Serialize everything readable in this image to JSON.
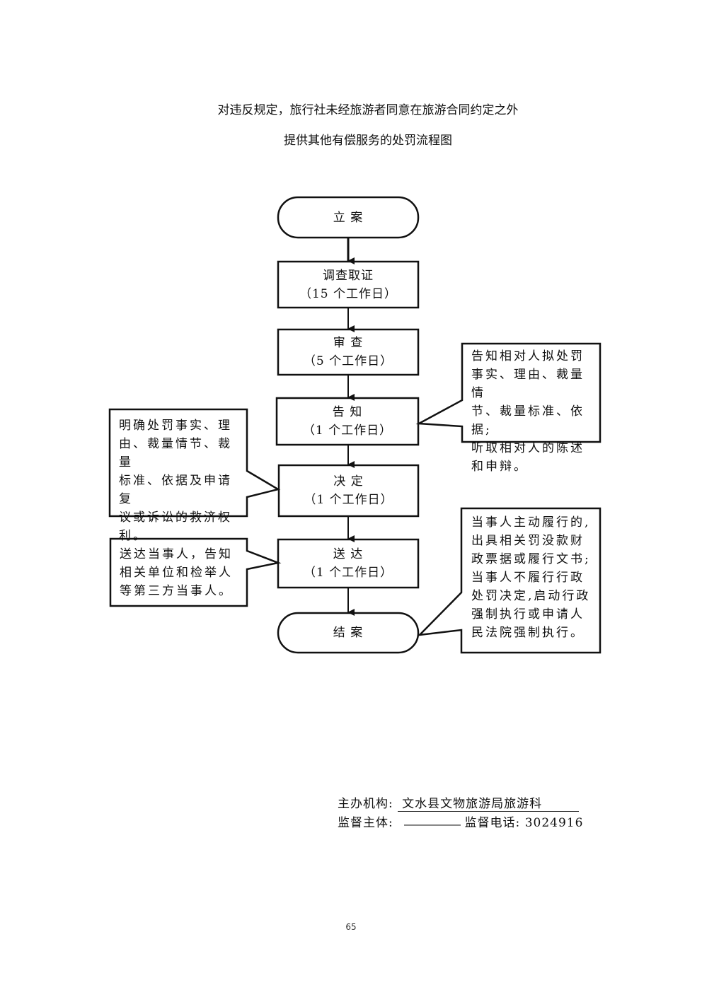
{
  "title": {
    "line1": "对违反规定，旅行社未经旅游者同意在旅游合同约定之外",
    "line2": "提供其他有偿服务的处罚流程图"
  },
  "steps": [
    {
      "id": "filing",
      "label": "立  案",
      "duration": "",
      "shape": "terminal"
    },
    {
      "id": "investigation",
      "label": "调查取证",
      "duration": "（15 个工作日）",
      "shape": "process"
    },
    {
      "id": "review",
      "label": "审  查",
      "duration": "（5 个工作日）",
      "shape": "process"
    },
    {
      "id": "notify",
      "label": "告  知",
      "duration": "（1 个工作日）",
      "shape": "process"
    },
    {
      "id": "decision",
      "label": "决  定",
      "duration": "（1 个工作日）",
      "shape": "process"
    },
    {
      "id": "delivery",
      "label": "送  达",
      "duration": "（1 个工作日）",
      "shape": "process"
    },
    {
      "id": "closing",
      "label": "结  案",
      "duration": "",
      "shape": "terminal"
    }
  ],
  "notes": {
    "notify": [
      "告知相对人拟处罚",
      "事实、理由、裁量情",
      "节、裁量标准、依据;",
      "听取相对人的陈述",
      "和申辩。"
    ],
    "decision": [
      "明确处罚事实、理",
      "由、裁量情节、裁量",
      "标准、依据及申请复",
      "议或诉讼的救济权",
      "利。"
    ],
    "delivery": [
      "送达当事人，告知",
      "相关单位和检举人",
      "等第三方当事人。"
    ],
    "closing": [
      "当事人主动履行的,",
      "出具相关罚没款财",
      "政票据或履行文书;",
      "当事人不履行行政",
      "处罚决定,启动行政",
      "强制执行或申请人",
      "民法院强制执行。"
    ]
  },
  "footer": {
    "org_label": "主办机构:",
    "org_value": "文水县文物旅游局旅游科",
    "supervisor_label": "监督主体:",
    "supervisor_value": "",
    "phone_label": "监督电话:",
    "phone_value": "3024916"
  },
  "page_number": "65"
}
